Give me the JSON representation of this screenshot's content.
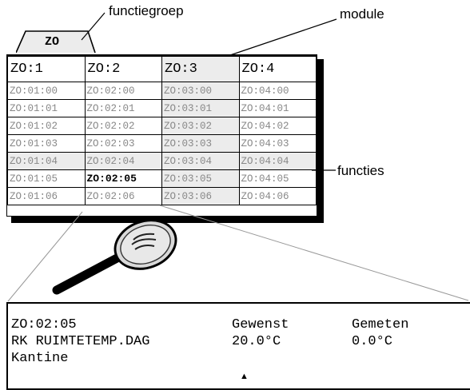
{
  "callouts": {
    "functiegroep": "functiegroep",
    "module": "module",
    "functies": "functies"
  },
  "group_tab": "ZO",
  "modules": [
    "ZO:1",
    "ZO:2",
    "ZO:3",
    "ZO:4"
  ],
  "functions": [
    [
      "ZO:01:00",
      "ZO:02:00",
      "ZO:03:00",
      "ZO:04:00"
    ],
    [
      "ZO:01:01",
      "ZO:02:01",
      "ZO:03:01",
      "ZO:04:01"
    ],
    [
      "ZO:01:02",
      "ZO:02:02",
      "ZO:03:02",
      "ZO:04:02"
    ],
    [
      "ZO:01:03",
      "ZO:02:03",
      "ZO:03:03",
      "ZO:04:03"
    ],
    [
      "ZO:01:04",
      "ZO:02:04",
      "ZO:03:04",
      "ZO:04:04"
    ],
    [
      "ZO:01:05",
      "ZO:02:05",
      "ZO:03:05",
      "ZO:04:05"
    ],
    [
      "ZO:01:06",
      "ZO:02:06",
      "ZO:03:06",
      "ZO:04:06"
    ]
  ],
  "selected_function": "ZO:02:05",
  "display": {
    "code": "ZO:02:05",
    "name": "RK RUIMTETEMP.DAG",
    "location": "Kantine",
    "col_desired": "Gewenst",
    "col_measured": "Gemeten",
    "desired_value": "20.0°C",
    "measured_value": "0.0°C",
    "cursor_symbol": "▲"
  },
  "colors": {
    "cell_text": "#888888",
    "shade": "#ececec",
    "line": "#000000"
  }
}
